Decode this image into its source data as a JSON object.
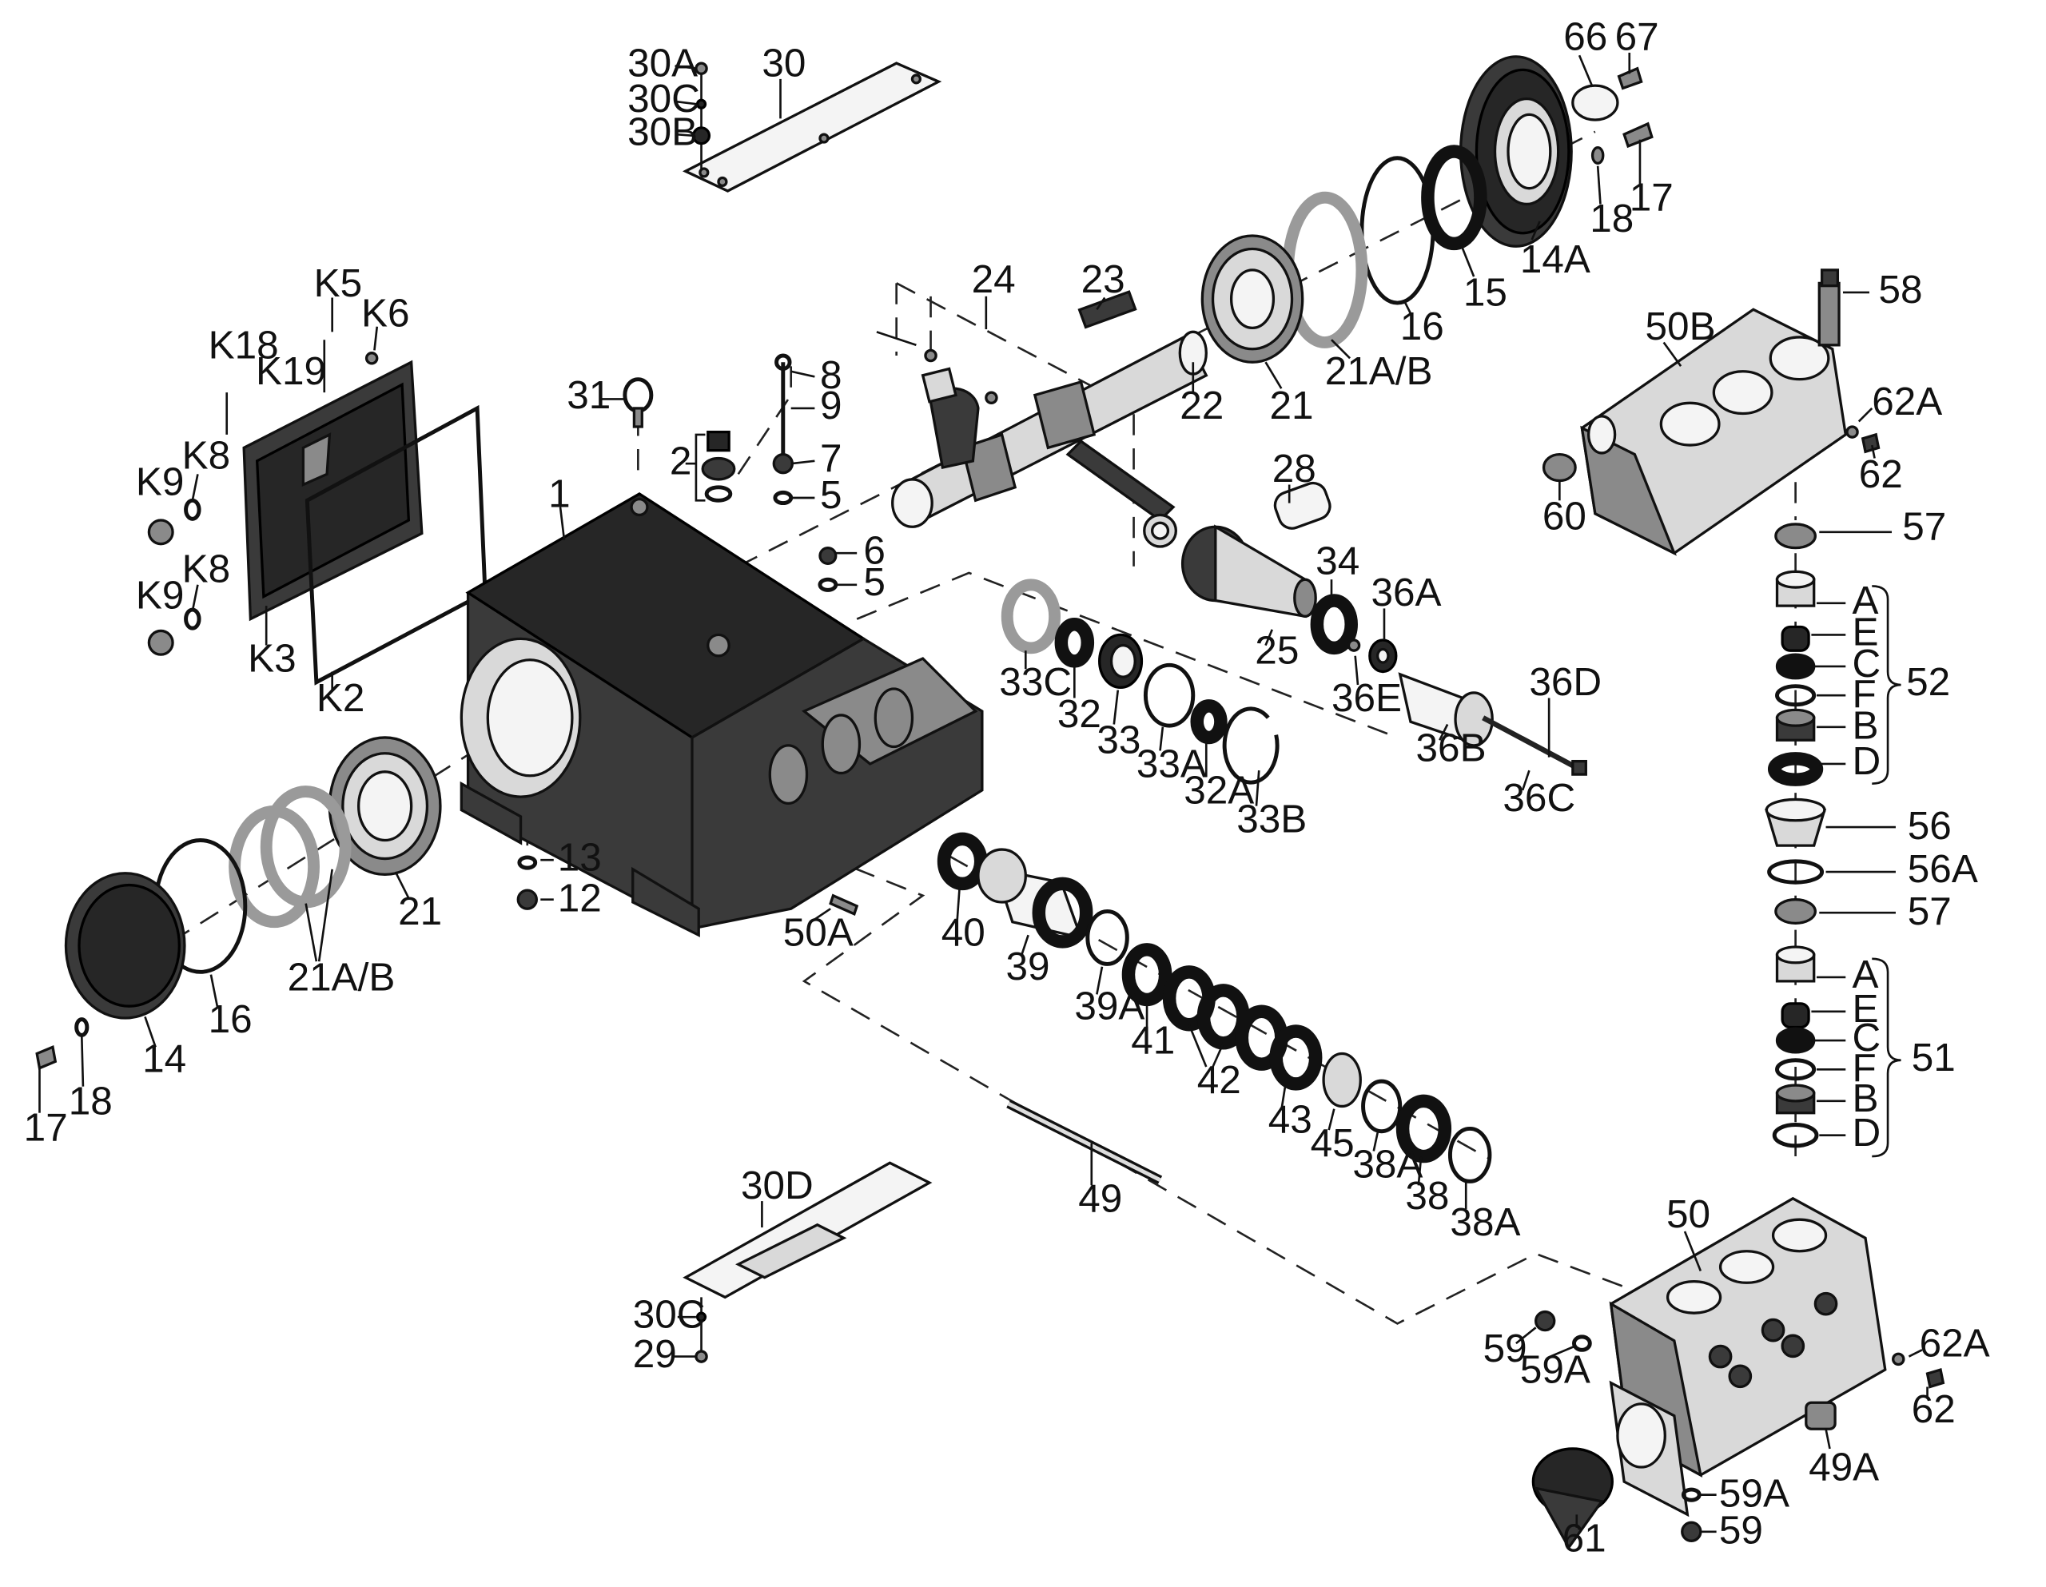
{
  "labels": {
    "l30A": "30A",
    "l30C": "30C",
    "l30B": "30B",
    "l30": "30",
    "l66": "66",
    "l67": "67",
    "l18a": "18",
    "l17a": "17",
    "l14A": "14A",
    "l15": "15",
    "l16a": "16",
    "l21AB_a": "21A/B",
    "l21a": "21",
    "l22": "22",
    "l23": "23",
    "l24": "24",
    "l58": "58",
    "l50B": "50B",
    "l62A_a": "62A",
    "l62a": "62",
    "l60": "60",
    "l57a": "57",
    "lK5": "K5",
    "lK6": "K6",
    "lK18": "K18",
    "lK19": "K19",
    "lK8a": "K8",
    "lK9a": "K9",
    "lK8b": "K8",
    "lK9b": "K9",
    "lK3": "K3",
    "lK2": "K2",
    "l31": "31",
    "l2": "2",
    "l8": "8",
    "l9": "9",
    "l7": "7",
    "l5a": "5",
    "l6": "6",
    "l5b": "5",
    "l1": "1",
    "l28": "28",
    "l34": "34",
    "l36A": "36A",
    "l25": "25",
    "l36E": "36E",
    "l36D": "36D",
    "l36B": "36B",
    "l36C": "36C",
    "l33C": "33C",
    "l32": "32",
    "l33": "33",
    "l33A": "33A",
    "l32A": "32A",
    "l33B": "33B",
    "lA1": "A",
    "lE1": "E",
    "lC1": "C",
    "lF1": "F",
    "lB1": "B",
    "lD1": "D",
    "l52": "52",
    "l56": "56",
    "l56A": "56A",
    "l57b": "57",
    "lA2": "A",
    "lE2": "E",
    "lC2": "C",
    "lF2": "F",
    "lB2": "B",
    "lD2": "D",
    "l51": "51",
    "l13": "13",
    "l12": "12",
    "l21b": "21",
    "l21AB_b": "21A/B",
    "l16b": "16",
    "l14": "14",
    "l18b": "18",
    "l17b": "17",
    "l50A": "50A",
    "l40": "40",
    "l39": "39",
    "l39A": "39A",
    "l41": "41",
    "l42": "42",
    "l43": "43",
    "l45": "45",
    "l38A_a": "38A",
    "l38": "38",
    "l38A_b": "38A",
    "l49": "49",
    "l30D": "30D",
    "l30C_b": "30C",
    "l29": "29",
    "l50": "50",
    "l59a": "59",
    "l59A_a": "59A",
    "l62A_b": "62A",
    "l62b": "62",
    "l49A": "49A",
    "l59A_b": "59A",
    "l59b": "59",
    "l61": "61"
  }
}
